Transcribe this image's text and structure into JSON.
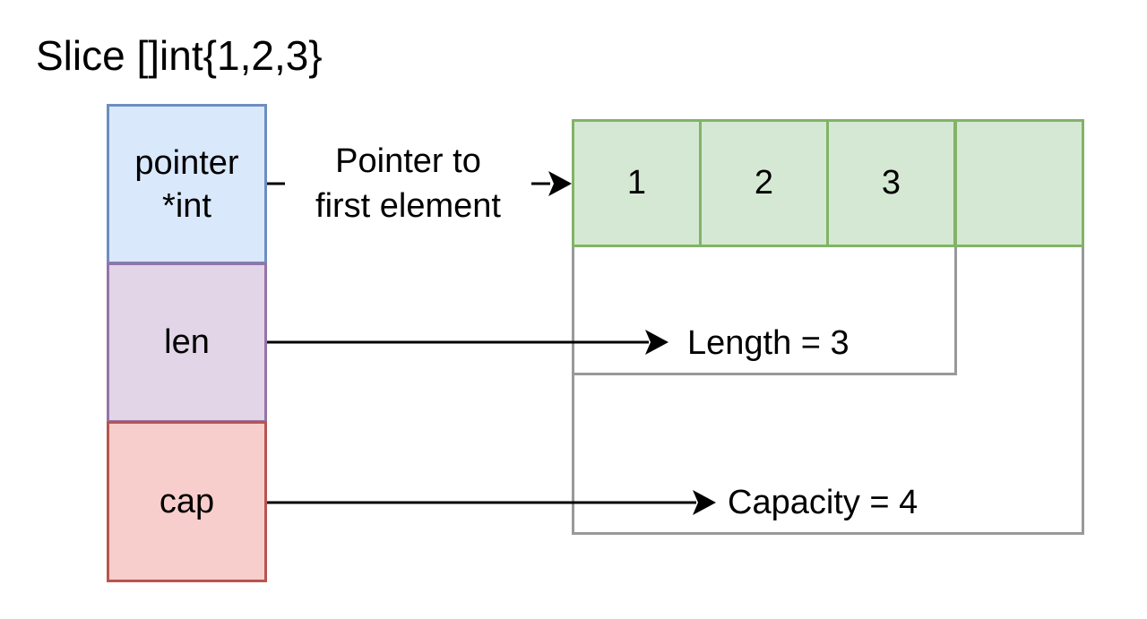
{
  "title": "Slice []int{1,2,3}",
  "header_fields": [
    {
      "lines": [
        "pointer",
        "*int"
      ]
    },
    {
      "lines": [
        "len"
      ]
    },
    {
      "lines": [
        "cap"
      ]
    }
  ],
  "array_cells": [
    "1",
    "2",
    "3",
    ""
  ],
  "edges": {
    "pointer": {
      "lines": [
        "Pointer to",
        "first element"
      ]
    },
    "length": {
      "label": "Length = 3"
    },
    "capacity": {
      "label": "Capacity = 4"
    }
  },
  "colors": {
    "pointer_fill": "#dae8fc",
    "pointer_stroke": "#6c8ebf",
    "len_fill": "#e1d5e7",
    "len_stroke": "#9673a6",
    "cap_fill": "#f8cecc",
    "cap_stroke": "#b85450",
    "array_fill": "#d5e8d4",
    "array_stroke": "#82b366",
    "bracket_stroke": "#999999",
    "arrow": "#000000"
  }
}
